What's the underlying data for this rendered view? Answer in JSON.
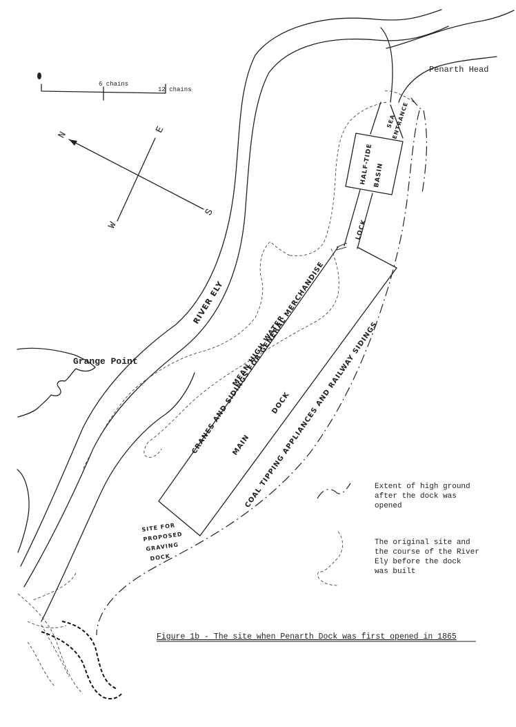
{
  "place_labels": {
    "penarth_head": "Penarth Head",
    "grange_point": "Grange Point",
    "river_ely": "RIVER ELY"
  },
  "dock_labels": {
    "sea_entrance_1": "SEA",
    "sea_entrance_2": "ENTRANCE",
    "half_tide": "HALF-TIDE",
    "basin": "BASIN",
    "lock": "LOCK",
    "main": "MAIN",
    "dock": "DOCK",
    "mean_high_water": "MEAN HIGH WATER",
    "cranes_sidings": "CRANES AND SIDINGS FOR GENERAL MERCHANDISE",
    "coal_tipping": "COAL TIPPING APPLIANCES AND RAILWAY SIDINGS",
    "site_proposed": [
      "SITE FOR",
      "PROPOSED",
      "GRAVING",
      "DOCK"
    ]
  },
  "scale": {
    "zero_label": "0",
    "mid_label": "6 chains",
    "end_label": "12 chains"
  },
  "compass": {
    "n": "N",
    "e": "E",
    "s": "S",
    "w": "W"
  },
  "legend": {
    "high_ground": [
      "Extent of high ground",
      "after the dock was",
      "opened"
    ],
    "original_site": [
      "The original site and",
      "the course of the River",
      "Ely before the dock",
      "was built"
    ]
  },
  "caption": "Figure 1b - The site when Penarth Dock was first opened in 1865"
}
